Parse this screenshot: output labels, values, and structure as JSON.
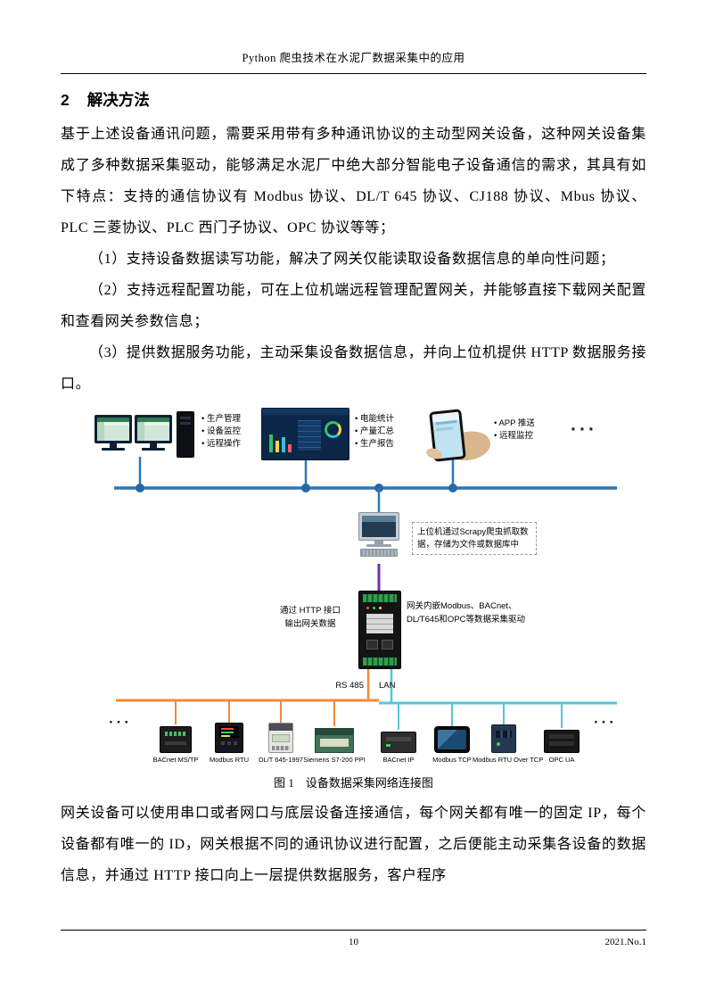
{
  "page": {
    "header_title": "Python 爬虫技术在水泥厂数据采集中的应用",
    "section": {
      "number": "2",
      "title": "解决方法"
    },
    "paragraphs": [
      "基于上述设备通讯问题，需要采用带有多种通讯协议的主动型网关设备，这种网关设备集成了多种数据采集驱动，能够满足水泥厂中绝大部分智能电子设备通信的需求，其具有如下特点：支持的通信协议有 Modbus 协议、DL/T 645 协议、CJ188 协议、Mbus 协议、PLC 三菱协议、PLC 西门子协议、OPC 协议等等；",
      "（1）支持设备数据读写功能，解决了网关仅能读取设备数据信息的单向性问题；",
      "（2）支持远程配置功能，可在上位机端远程管理配置网关，并能够直接下载网关配置和查看网关参数信息；",
      "（3）提供数据服务功能，主动采集设备数据信息，并向上位机提供 HTTP 数据服务接口。"
    ],
    "closing_paragraph": "网关设备可以使用串口或者网口与底层设备连接通信，每个网关都有唯一的固定 IP，每个设备都有唯一的 ID，网关根据不同的通讯协议进行配置，之后便能主动采集各设备的数据信息，并通过 HTTP 接口向上一层提供数据服务，客户程序",
    "footer": {
      "page_number": "10",
      "issue": "2021.No.1"
    }
  },
  "figure": {
    "caption": "图 1　设备数据采集网络连接图",
    "top_groups": [
      {
        "labels": [
          "生产管理",
          "设备监控",
          "远程操作"
        ]
      },
      {
        "labels": [
          "电能统计",
          "产量汇总",
          "生产报告"
        ]
      },
      {
        "labels": [
          "APP 推送",
          "远程监控"
        ]
      }
    ],
    "ellipsis": "···",
    "host_note": "上位机通过Scrapy爬虫抓取数据，存储为文件或数据库中",
    "gateway_note_left": [
      "通过 HTTP 接口",
      "输出网关数据"
    ],
    "gateway_note_right": "网关内嵌Modbus、BACnet、DL/T645和OPC等数据采集驱动",
    "rs485_label": "RS 485",
    "lan_label": "LAN",
    "devices": [
      "BACnet MS/TP",
      "Modbus RTU",
      "DL/T 645-1997",
      "Siemens S7-200 PPI",
      "BACnet IP",
      "Modbus TCP",
      "Modbus RTU Over TCP",
      "OPC UA"
    ],
    "colors": {
      "bus_blue": "#2E75B6",
      "purple": "#7030A0",
      "orange": "#F08A3C",
      "cyan": "#56C5D8"
    }
  }
}
